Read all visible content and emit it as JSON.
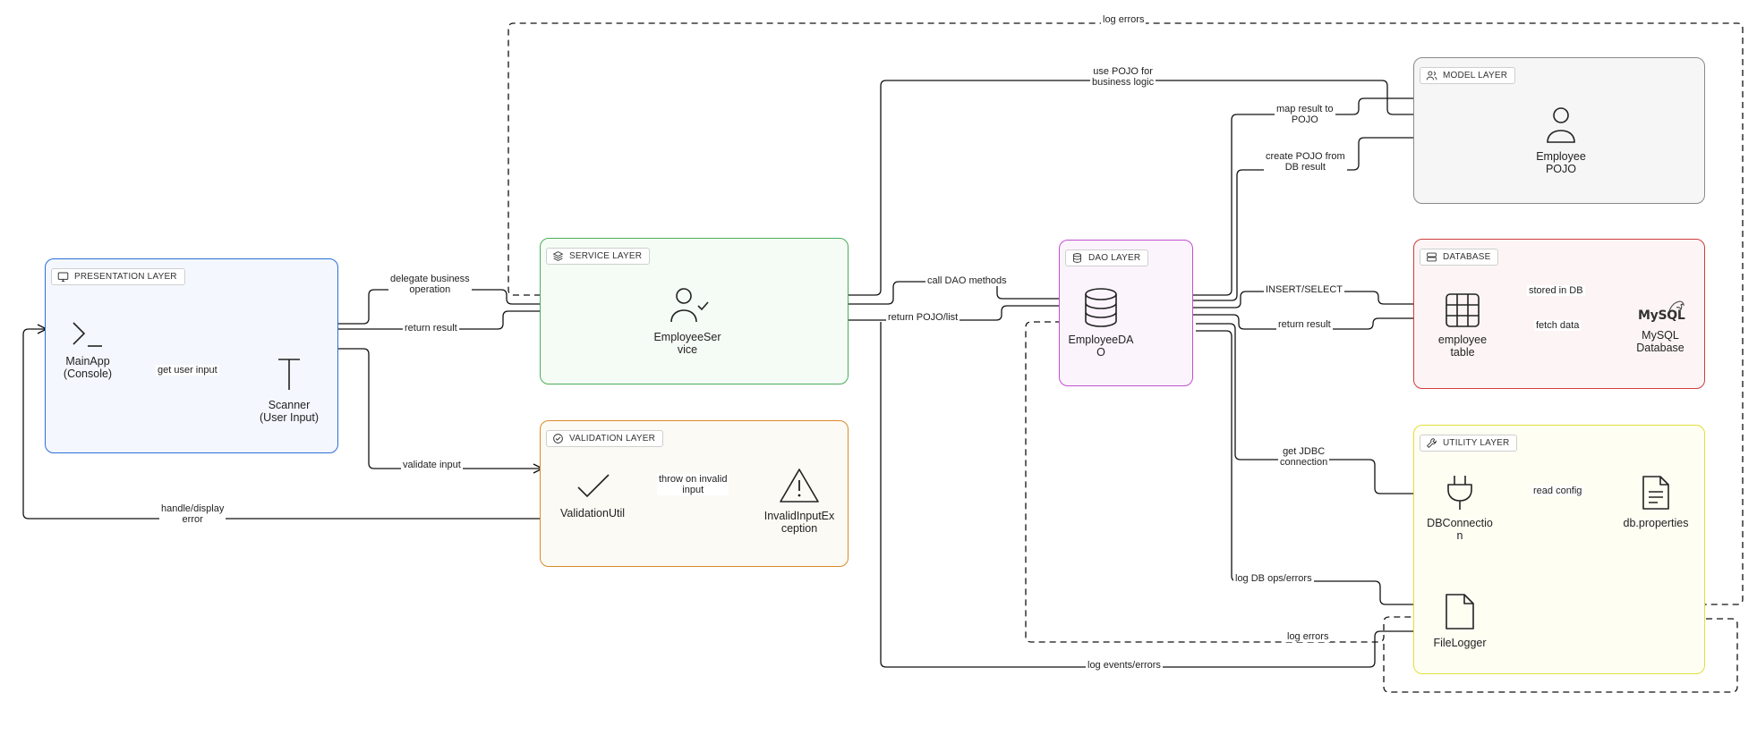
{
  "groups": {
    "presentation": "PRESENTATION LAYER",
    "service": "SERVICE LAYER",
    "validation": "VALIDATION LAYER",
    "dao": "DAO LAYER",
    "model": "MODEL LAYER",
    "database": "DATABASE",
    "utility": "UTILITY LAYER"
  },
  "nodes": {
    "mainapp": "MainApp\n(Console)",
    "scanner": "Scanner\n(User Input)",
    "employee_service": "EmployeeSer\nvice",
    "validation_util": "ValidationUtil",
    "invalid_input_exception": "InvalidInputEx\nception",
    "employee_dao": "EmployeeDA\nO",
    "employee_pojo": "Employee\nPOJO",
    "employee_table": "employee\ntable",
    "mysql_database": "MySQL\nDatabase",
    "mysql_logo": "MySQL",
    "db_connection": "DBConnectio\nn",
    "db_properties": "db.properties",
    "file_logger": "FileLogger"
  },
  "edges": {
    "log_errors_top": "log errors",
    "delegate_business": "delegate business\noperation",
    "return_result_service": "return result",
    "get_user_input": "get user input",
    "validate_input": "validate input",
    "handle_display_error": "handle/display\nerror",
    "throw_on_invalid": "throw on invalid\ninput",
    "use_pojo": "use POJO for\nbusiness logic",
    "call_dao": "call DAO methods",
    "return_pojo_list": "return POJO/list",
    "map_result": "map result to\nPOJO",
    "create_pojo": "create POJO from\nDB result",
    "insert_select": "INSERT/SELECT",
    "return_result_db": "return result",
    "stored_in_db": "stored in DB",
    "fetch_data": "fetch data",
    "get_jdbc": "get JDBC\nconnection",
    "read_config": "read config",
    "log_db_ops": "log DB ops/errors",
    "log_errors_dao": "log errors",
    "log_events": "log events/errors"
  },
  "colors": {
    "presentation": "#2b6fd6",
    "service": "#4cae5a",
    "validation": "#d98b2b",
    "dao": "#c24fd0",
    "model": "#8a8a8a",
    "database": "#cf3d3d",
    "utility": "#e3df3b"
  }
}
